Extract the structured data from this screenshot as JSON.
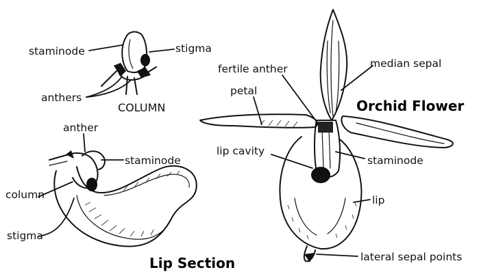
{
  "column_detail": {
    "labels": {
      "staminode": "staminode",
      "stigma": "stigma",
      "anthers": "anthers",
      "column": "COLUMN"
    }
  },
  "lip_section": {
    "title": "Lip Section",
    "labels": {
      "anther": "anther",
      "staminode": "staminode",
      "column": "column",
      "stigma": "stigma"
    }
  },
  "orchid_flower": {
    "title": "Orchid Flower",
    "labels": {
      "fertile_anther": "fertile anther",
      "median_sepal": "median sepal",
      "petal": "petal",
      "lip_cavity": "lip cavity",
      "staminode": "staminode",
      "lip": "lip",
      "lateral_sepal_points": "lateral sepal points"
    }
  }
}
